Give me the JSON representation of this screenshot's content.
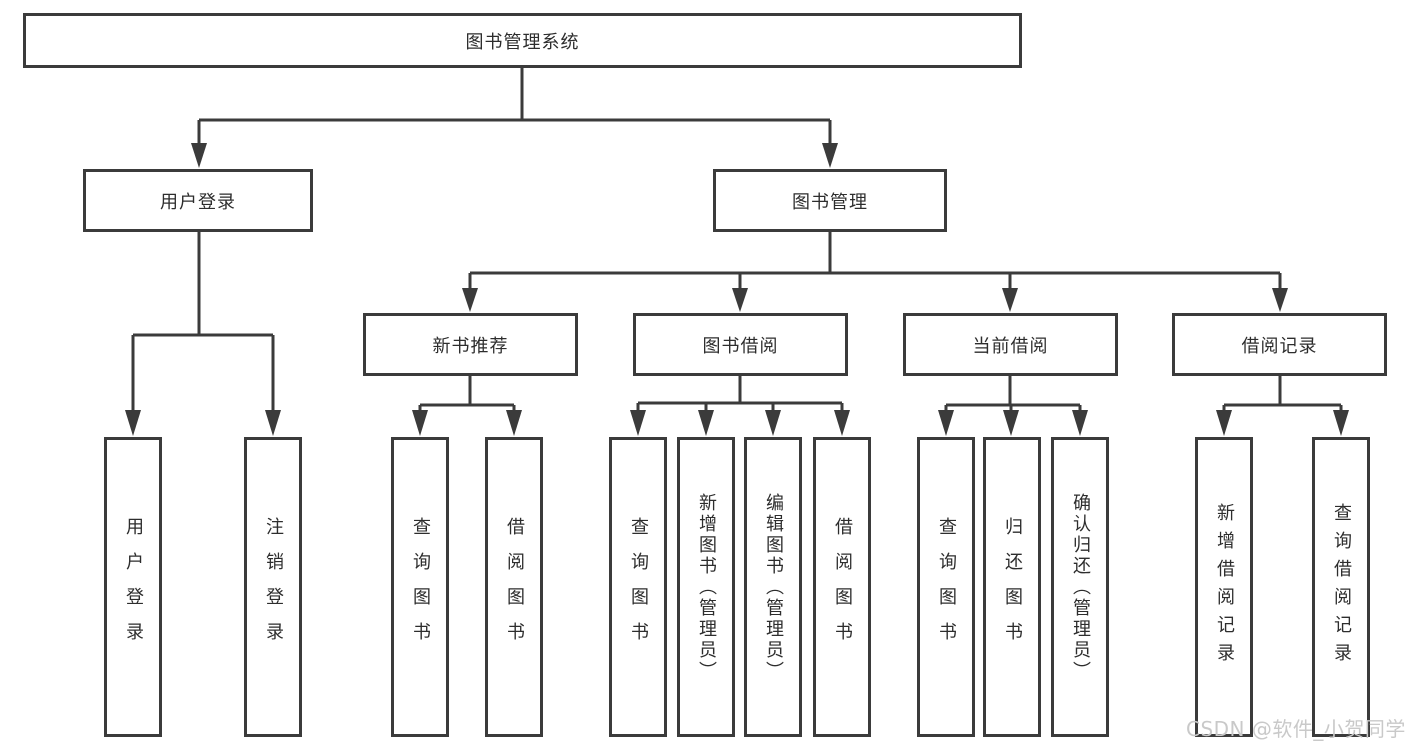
{
  "colors": {
    "line": "#3b3b3b",
    "box_border": "#3b3b3b",
    "text": "#2d2d2d",
    "watermark": "#c9c9c9",
    "background": "#ffffff"
  },
  "tree": {
    "root": {
      "label": "图书管理系统"
    },
    "branches": [
      {
        "label": "用户登录",
        "children": [
          {
            "label": "用户登录"
          },
          {
            "label": "注销登录"
          }
        ]
      },
      {
        "label": "图书管理",
        "children": [
          {
            "label": "新书推荐",
            "children": [
              {
                "label": "查询图书"
              },
              {
                "label": "借阅图书"
              }
            ]
          },
          {
            "label": "图书借阅",
            "children": [
              {
                "label": "查询图书"
              },
              {
                "label": "新增图书（管理员）"
              },
              {
                "label": "编辑图书（管理员）"
              },
              {
                "label": "借阅图书"
              }
            ]
          },
          {
            "label": "当前借阅",
            "children": [
              {
                "label": "查询图书"
              },
              {
                "label": "归还图书"
              },
              {
                "label": "确认归还（管理员）"
              }
            ]
          },
          {
            "label": "借阅记录",
            "children": [
              {
                "label": "新增借阅记录"
              },
              {
                "label": "查询借阅记录"
              }
            ]
          }
        ]
      }
    ]
  },
  "watermark": "CSDN @软件_小贺同学"
}
